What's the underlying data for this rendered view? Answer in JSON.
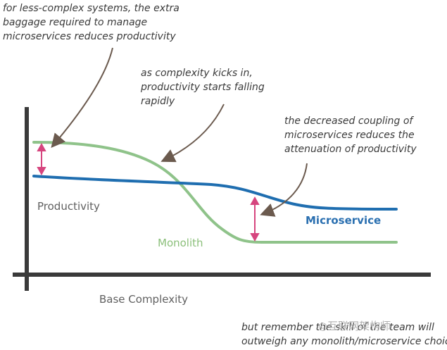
{
  "annotations": {
    "left_note": [
      "for less-complex systems, the extra",
      "baggage required to manage",
      "microservices reduces productivity"
    ],
    "middle_note": [
      "as complexity kicks in,",
      "productivity starts falling",
      "rapidly"
    ],
    "right_note": [
      "the decreased coupling of",
      "microservices reduces the",
      "attenuation of productivity"
    ],
    "bottom_note": [
      "but remember the skill of the team will",
      "outweigh any monolith/microservice choice"
    ]
  },
  "axes": {
    "ylabel": "Productivity",
    "xlabel": "Base Complexity"
  },
  "series": {
    "monolith": "Monolith",
    "microservice": "Microservice"
  },
  "colors": {
    "monolith": "#8fc38a",
    "microservice": "#1f6eb0",
    "axis": "#3a3a3a",
    "bracket": "#d6457e",
    "arrow": "#6b5a4e"
  },
  "watermark": "◎互联网架构师"
}
